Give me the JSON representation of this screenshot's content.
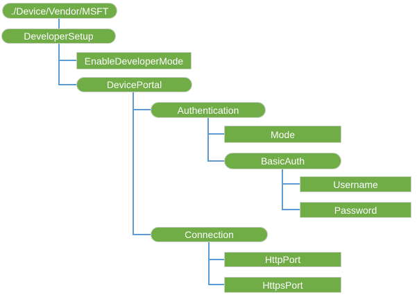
{
  "diagram": {
    "kind": "hierarchy-tree",
    "colors": {
      "node_fill": "#70AD47",
      "node_border": "#CBD1C7",
      "connector": "#5B9BD5",
      "text": "#FFFFFF"
    },
    "tree": {
      "label": "./Device/Vendor/MSFT",
      "children": [
        {
          "label": "DeveloperSetup",
          "children": [
            {
              "label": "EnableDeveloperMode",
              "children": []
            },
            {
              "label": "DevicePortal",
              "children": [
                {
                  "label": "Authentication",
                  "children": [
                    {
                      "label": "Mode",
                      "children": []
                    },
                    {
                      "label": "BasicAuth",
                      "children": [
                        {
                          "label": "Username",
                          "children": []
                        },
                        {
                          "label": "Password",
                          "children": []
                        }
                      ]
                    }
                  ]
                },
                {
                  "label": "Connection",
                  "children": [
                    {
                      "label": "HttpPort",
                      "children": []
                    },
                    {
                      "label": "HttpsPort",
                      "children": []
                    }
                  ]
                }
              ]
            }
          ]
        }
      ]
    }
  }
}
